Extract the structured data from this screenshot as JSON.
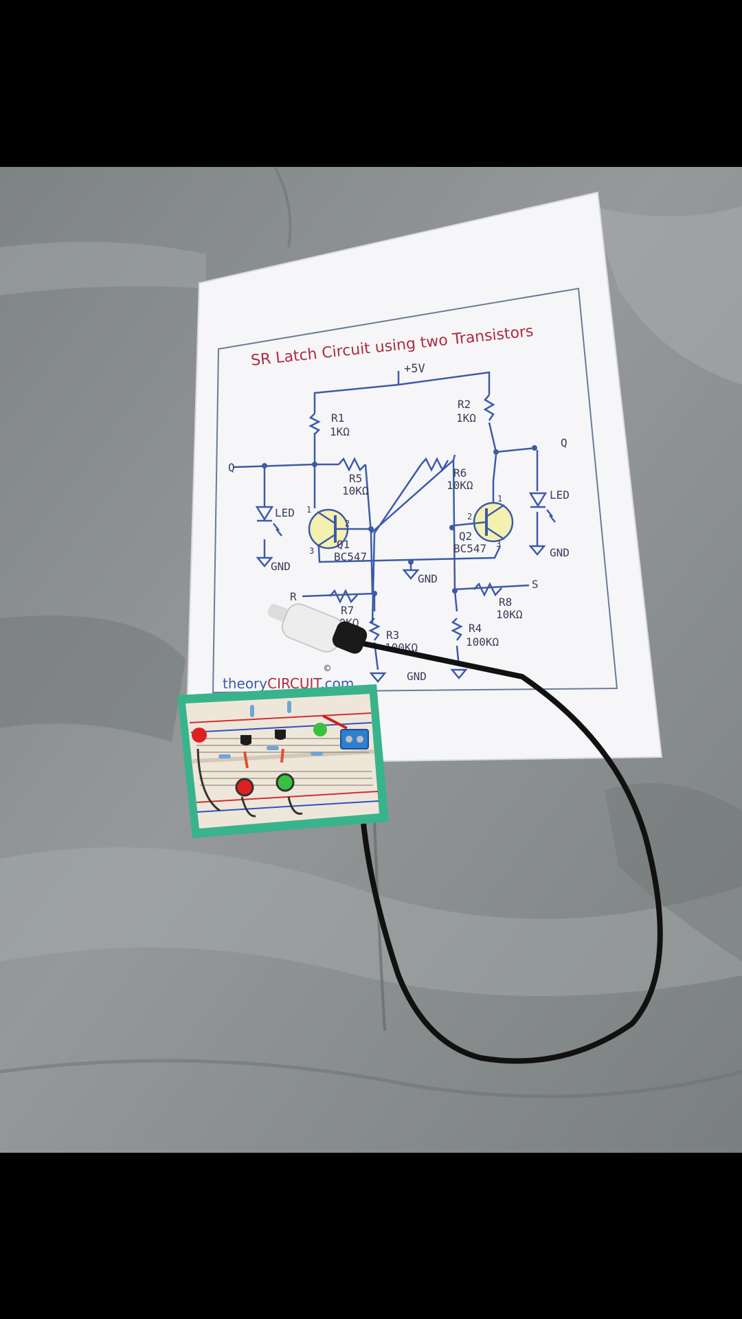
{
  "sheet": {
    "title": "SR Latch Circuit using two Transistors",
    "supply": "+5V",
    "labels": {
      "q": "Q",
      "q_bar": "Q",
      "r": "R",
      "s": "S",
      "gnd": "GND",
      "led": "LED",
      "copyright": "©",
      "footer_prefix": "theory",
      "footer_brand": "CIRCUIT",
      "footer_suffix": ".com"
    },
    "components": {
      "r1_name": "R1",
      "r1_value": "1KΩ",
      "r2_name": "R2",
      "r2_value": "1KΩ",
      "r5_name": "R5",
      "r5_value": "10KΩ",
      "r6_name": "R6",
      "r6_value": "10KΩ",
      "r7_name": "R7",
      "r7_value": "10KΩ",
      "r8_name": "R8",
      "r8_value": "10KΩ",
      "r3_name": "R3",
      "r3_value": "100KΩ",
      "r4_name": "R4",
      "r4_value": "100KΩ",
      "q1_name": "Q1",
      "q1_model": "BC547",
      "q2_name": "Q2",
      "q2_model": "BC547",
      "pin1": "1",
      "pin2": "2",
      "pin3": "3"
    }
  },
  "colors": {
    "bedding": "#8c9090",
    "paper": "#f6f6f8",
    "title": "#b02a40",
    "wire": "#3d5aa8",
    "transistor": "#f4f0b0",
    "breadboard_frame": "#39b38b",
    "led_red": "#e02020",
    "led_green": "#38c040",
    "cable": "#111111"
  }
}
